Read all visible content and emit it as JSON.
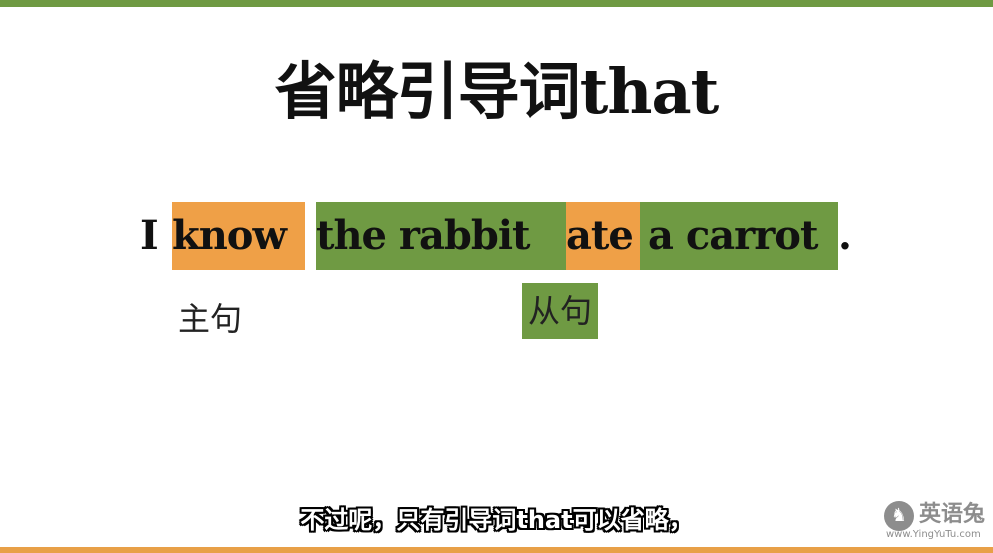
{
  "title": "省略引导词that",
  "sentence": {
    "words": [
      {
        "text": "I",
        "highlight": "none"
      },
      {
        "text": "know",
        "highlight": "orange"
      },
      {
        "text": "the rabbit",
        "highlight": "green"
      },
      {
        "text": "ate",
        "highlight": "orange"
      },
      {
        "text": "a carrot",
        "highlight": "green"
      },
      {
        "text": ".",
        "highlight": "none"
      }
    ]
  },
  "labels": {
    "main_clause": "主句",
    "sub_clause": "从句"
  },
  "subtitle": "不过呢，只有引导词that可以省略，",
  "logo": {
    "name": "英语兔",
    "url": "www.YingYuTu.com",
    "icon": "rabbit-icon"
  },
  "colors": {
    "green": "#6f9a43",
    "orange": "#efa047"
  }
}
